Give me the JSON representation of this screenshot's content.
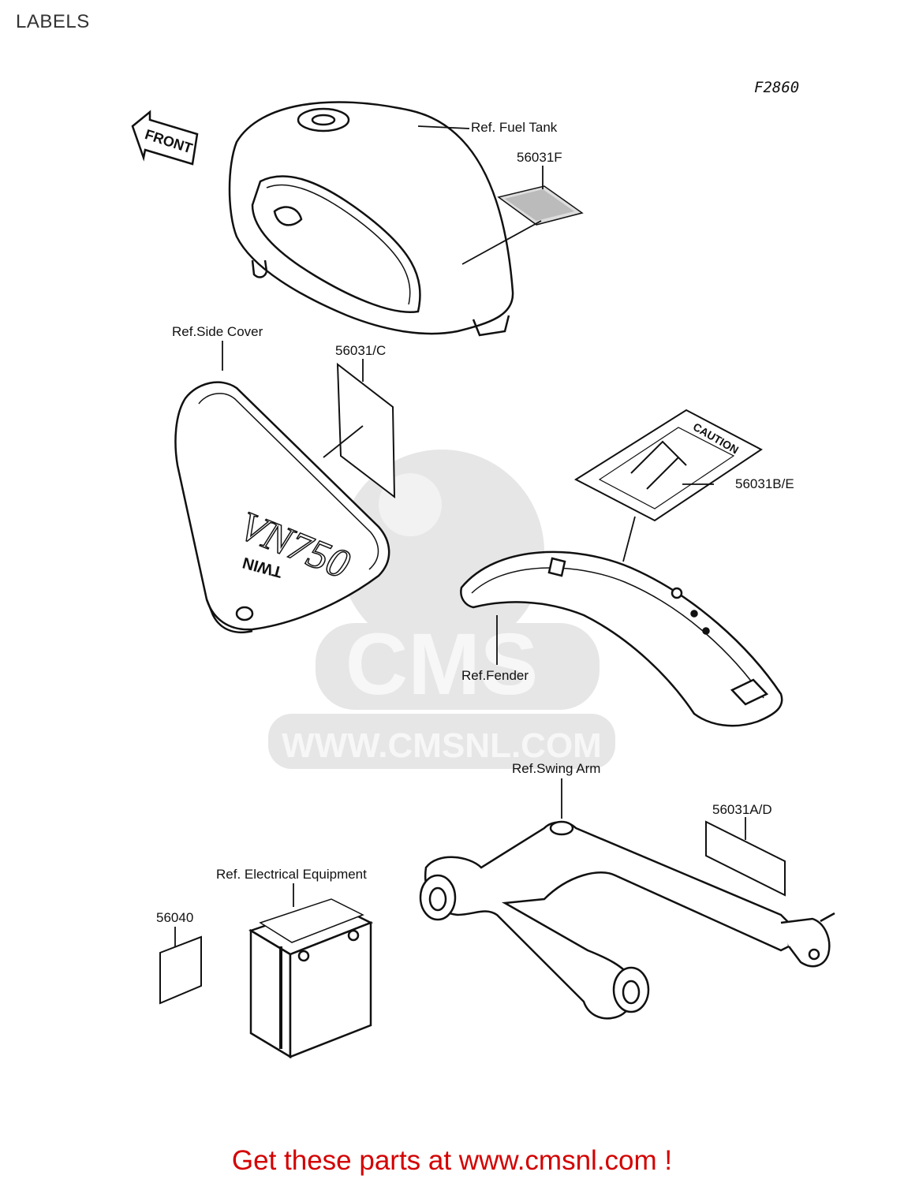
{
  "page": {
    "title": "LABELS",
    "figure_code": "F2860"
  },
  "front_arrow": {
    "text": "FRONT"
  },
  "parts": {
    "fuel_tank": "Ref. Fuel Tank",
    "label_56031f": "56031F",
    "side_cover": "Ref.Side Cover",
    "label_56031c": "56031/C",
    "label_56031be": "56031B/E",
    "caution_text": "CAUTION",
    "fender": "Ref.Fender",
    "swing_arm": "Ref.Swing Arm",
    "label_56031ad": "56031A/D",
    "electrical": "Ref. Electrical Equipment",
    "label_56040": "56040",
    "side_cover_logo": "VN750",
    "side_cover_logo_sub": "TWIN"
  },
  "watermark": {
    "brand": "CMS",
    "url": "WWW.CMSNL.COM"
  },
  "footer": {
    "text": "Get these parts at www.cmsnl.com !",
    "color": "#d40000"
  }
}
